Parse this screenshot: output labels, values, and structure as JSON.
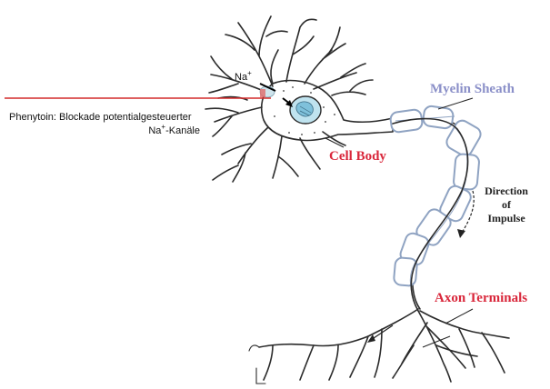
{
  "labels": {
    "na_ion": "Na",
    "na_superscript": "+",
    "phenytoin_line1": "Phenytoin: Blockade potentialgesteuerter",
    "phenytoin_line2_prefix": "Na",
    "phenytoin_line2_sup": "+",
    "phenytoin_line2_suffix": "-Kanäle",
    "cell_body": "Cell Body",
    "myelin_sheath": "Myelin Sheath",
    "direction_line1": "Direction",
    "direction_line2": "of",
    "direction_line3": "Impulse",
    "axon_terminals": "Axon Terminals"
  },
  "colors": {
    "red_label": "#d9273b",
    "myelin_label": "#8a8fc8",
    "blocker_line": "#d42a2a",
    "channel_fill": "#cfe4ec",
    "nucleus_fill": "#bfe3ef"
  }
}
